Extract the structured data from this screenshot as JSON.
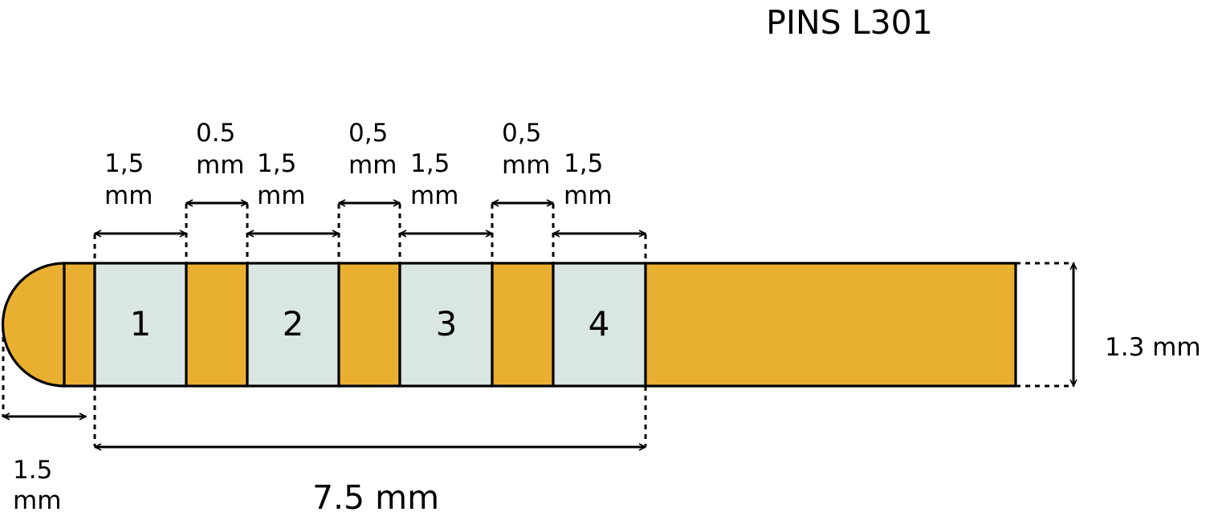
{
  "title": "PINS L301",
  "colors": {
    "lead": "#E9AF30",
    "contact": "#D9E6E3",
    "line": "#000000"
  },
  "contacts": [
    {
      "label": "1"
    },
    {
      "label": "2"
    },
    {
      "label": "3"
    },
    {
      "label": "4"
    }
  ],
  "dimensions": {
    "contact_length": [
      "1,5",
      "mm"
    ],
    "spacings": [
      [
        "0.5",
        "mm"
      ],
      [
        "0,5",
        "mm"
      ],
      [
        "0,5",
        "mm"
      ]
    ],
    "tip_length": [
      "1.5",
      "mm"
    ],
    "array_length": "7.5 mm",
    "diameter": "1.3 mm"
  }
}
